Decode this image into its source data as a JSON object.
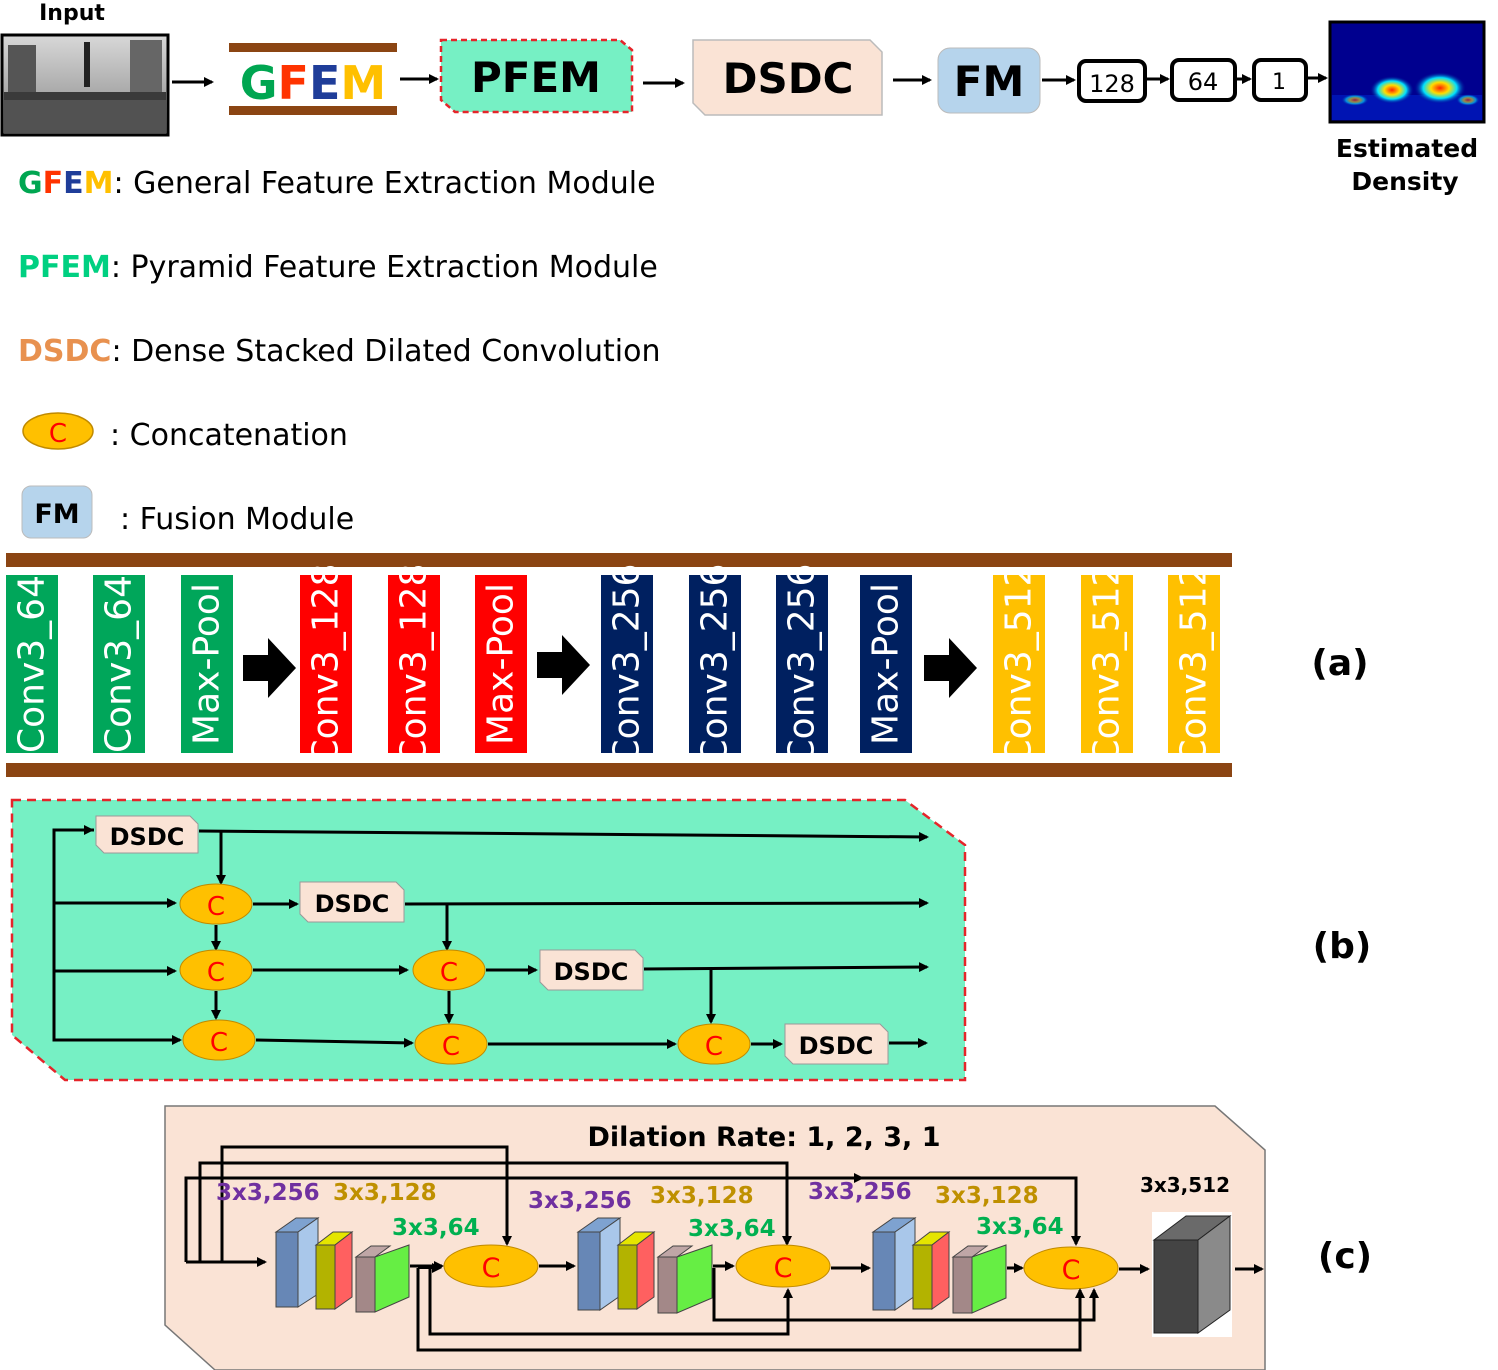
{
  "top_flow": {
    "input_label": "Input",
    "gfem_letters": [
      "G",
      "F",
      "E",
      "M"
    ],
    "pfem_label": "PFEM",
    "dsdc_label": "DSDC",
    "fm_label": "FM",
    "conv_boxes": [
      "128",
      "64",
      "1"
    ],
    "output_label_line1": "Estimated",
    "output_label_line2": "Density"
  },
  "legend": {
    "gfem_desc": ": General Feature Extraction Module",
    "pfem_abbr": "PFEM",
    "pfem_desc": ": Pyramid Feature Extraction Module",
    "dsdc_abbr": "DSDC",
    "dsdc_desc": ": Dense Stacked Dilated Convolution",
    "concat_symbol": "C",
    "concat_desc": ": Concatenation",
    "fm_symbol": "FM",
    "fm_desc": ": Fusion Module"
  },
  "panel_a": {
    "tag": "(a)",
    "layers": [
      "Conv3_64",
      "Conv3_64",
      "Max-Pool",
      "Conv3_128",
      "Conv3_128",
      "Max-Pool",
      "Conv3_256",
      "Conv3_256",
      "Conv3_256",
      "Max-Pool",
      "Conv3_512",
      "Conv3_512",
      "Conv3_512"
    ]
  },
  "panel_b": {
    "tag": "(b)",
    "dsdc_label": "DSDC",
    "concat_symbol": "C"
  },
  "panel_c": {
    "tag": "(c)",
    "title": "Dilation Rate: 1, 2, 3, 1",
    "label_256": "3x3,256",
    "label_128": "3x3,128",
    "label_64": "3x3,64",
    "label_512": "3x3,512",
    "concat_symbol": "C"
  },
  "colors": {
    "gfem_g": "#00a651",
    "gfem_f": "#ff3300",
    "gfem_e": "#1f3d99",
    "gfem_m": "#ffc000",
    "pfem": "#00d081",
    "dsdc": "#e8914f",
    "brown_bar": "#8b4513",
    "pfem_bg": "#76f0c4",
    "pfem_border": "#e5252a",
    "dsdc_bg": "#fae3d5",
    "fm_bg": "#b6d4ec",
    "concat_fill": "#ffc000",
    "concat_text": "#ff0000",
    "green_layer": "#00a65a",
    "red_layer": "#ff0000",
    "navy_layer": "#002060",
    "yellow_layer": "#ffc000",
    "label_purple": "#7030a0",
    "label_gold": "#bf9000",
    "label_green": "#00b050"
  }
}
